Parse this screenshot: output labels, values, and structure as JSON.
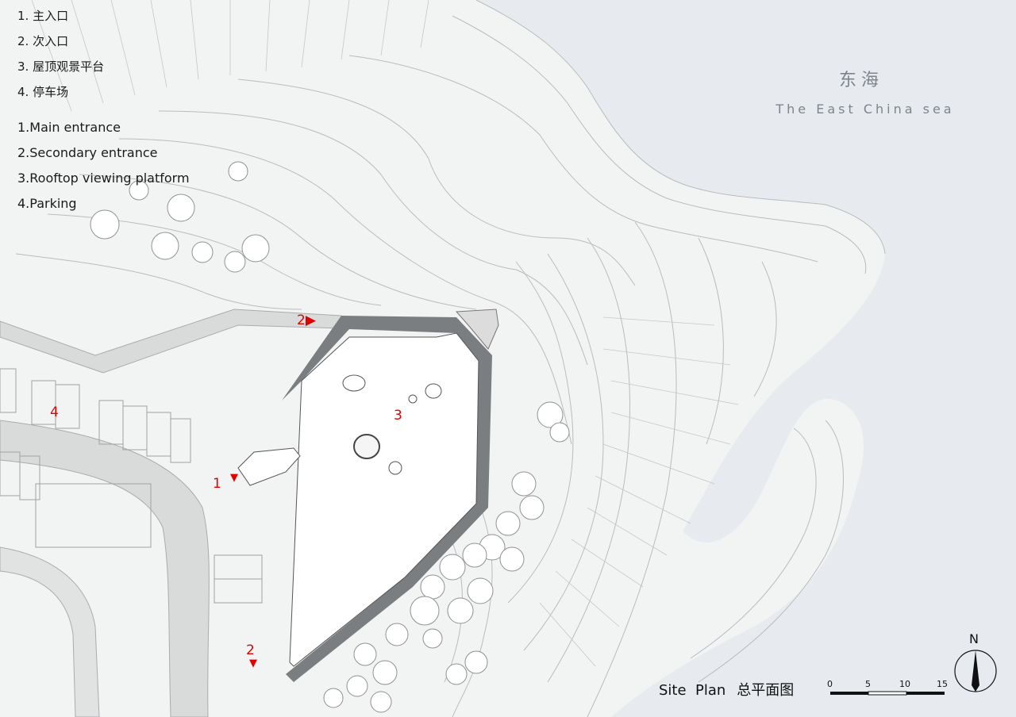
{
  "legend_cn": [
    "1. 主入口",
    "2. 次入口",
    "3. 屋顶观景平台",
    "4. 停车场"
  ],
  "legend_en": [
    "1.Main entrance",
    "2.Secondary entrance",
    "3.Rooftop viewing platform",
    "4.Parking"
  ],
  "sea": {
    "name_cn": "东海",
    "name_en": "The East China sea"
  },
  "markers": {
    "main_entrance": "1",
    "secondary_north": "2",
    "secondary_south": "2",
    "platform": "3",
    "parking": "4"
  },
  "title": {
    "en": "Site  Plan",
    "cn": "总平面图"
  },
  "scale": {
    "ticks": [
      "0",
      "5",
      "10",
      "15"
    ]
  },
  "north": "N",
  "colors": {
    "sea": "#e7ebef",
    "land": "#f2f3f3",
    "road": "#d9dada",
    "building": "#7b7e80",
    "marker": "#e00000"
  }
}
